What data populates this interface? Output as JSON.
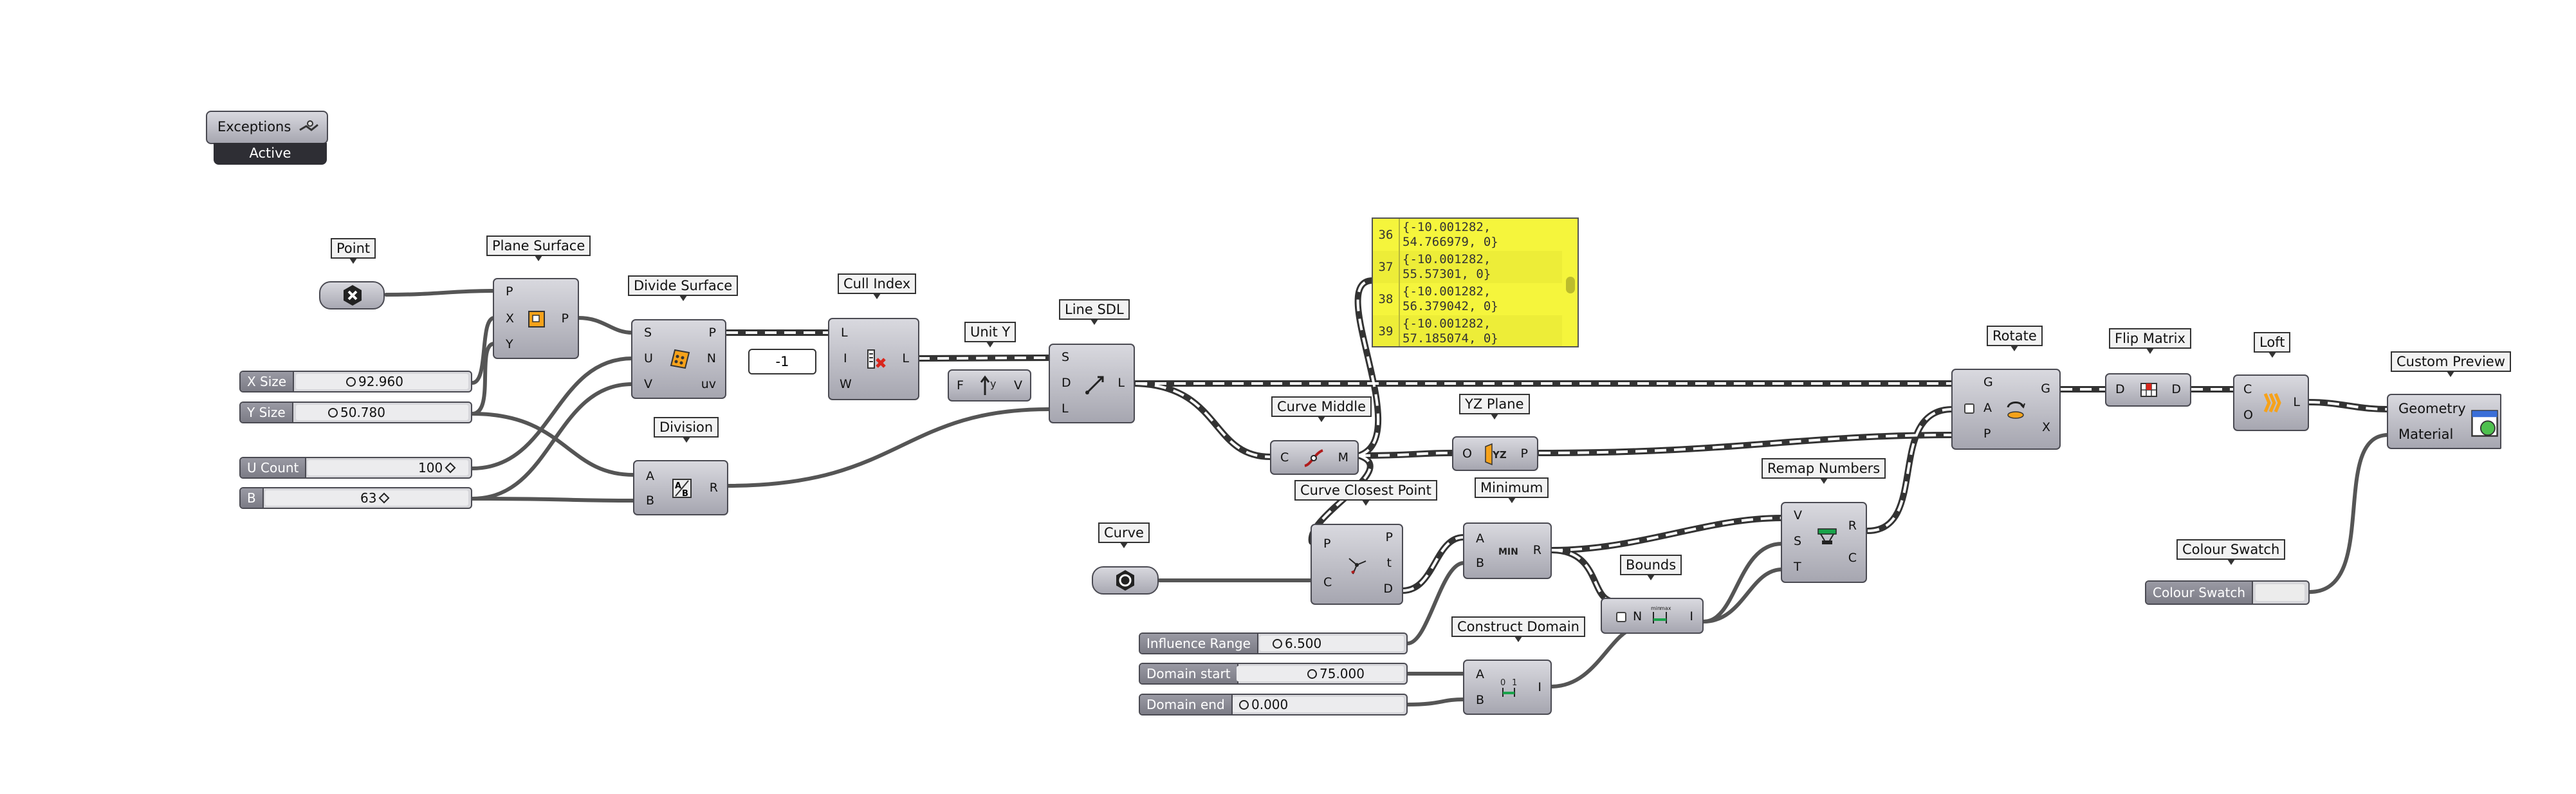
{
  "exceptions": {
    "label": "Exceptions",
    "status": "Active"
  },
  "nodes": {
    "point": {
      "label": "Point"
    },
    "plane_surface": {
      "label": "Plane Surface",
      "in": [
        "P",
        "X",
        "Y"
      ],
      "out": [
        "P"
      ]
    },
    "divide_surface": {
      "label": "Divide Surface",
      "in": [
        "S",
        "U",
        "V"
      ],
      "out": [
        "P",
        "N",
        "uv"
      ]
    },
    "cull_index": {
      "label": "Cull Index",
      "in": [
        "L",
        "I",
        "W"
      ],
      "out": [
        "L"
      ]
    },
    "unit_y": {
      "label": "Unit Y",
      "in": [
        "F"
      ],
      "out": [
        "V"
      ]
    },
    "line_sdl": {
      "label": "Line SDL",
      "in": [
        "S",
        "D",
        "L"
      ],
      "out": [
        "L"
      ]
    },
    "division": {
      "label": "Division",
      "in": [
        "A",
        "B"
      ],
      "out": [
        "R"
      ]
    },
    "curve_middle": {
      "label": "Curve Middle",
      "in": [
        "C"
      ],
      "out": [
        "M"
      ]
    },
    "yz_plane": {
      "label": "YZ Plane",
      "in": [
        "O"
      ],
      "out": [
        "P"
      ]
    },
    "curve_closest_point": {
      "label": "Curve Closest Point",
      "in": [
        "P",
        "C"
      ],
      "out": [
        "P",
        "t",
        "D"
      ]
    },
    "minimum": {
      "label": "Minimum",
      "in": [
        "A",
        "B"
      ],
      "out": [
        "R"
      ]
    },
    "bounds": {
      "label": "Bounds",
      "in": [
        "N"
      ],
      "out": [
        "I"
      ]
    },
    "remap_numbers": {
      "label": "Remap Numbers",
      "in": [
        "V",
        "S",
        "T"
      ],
      "out": [
        "R",
        "C"
      ]
    },
    "construct_domain": {
      "label": "Construct Domain",
      "in": [
        "A",
        "B"
      ],
      "out": [
        "I"
      ]
    },
    "rotate": {
      "label": "Rotate",
      "in": [
        "G",
        "A",
        "P"
      ],
      "out": [
        "G",
        "X"
      ]
    },
    "flip_matrix": {
      "label": "Flip Matrix",
      "in": [
        "D"
      ],
      "out": [
        "D"
      ]
    },
    "loft": {
      "label": "Loft",
      "in": [
        "C",
        "O"
      ],
      "out": [
        "L"
      ]
    },
    "custom_preview": {
      "label": "Custom Preview",
      "in": [
        "Geometry",
        "Material"
      ]
    },
    "curve": {
      "label": "Curve"
    },
    "colour_swatch": {
      "label": "Colour Swatch",
      "name": "Colour Swatch"
    }
  },
  "sliders": {
    "x_size": {
      "name": "X Size",
      "value": "92.960"
    },
    "y_size": {
      "name": "Y Size",
      "value": "50.780"
    },
    "u_count": {
      "name": "U Count",
      "value": "100"
    },
    "b": {
      "name": "B",
      "value": "63"
    },
    "influence_range": {
      "name": "Influence Range",
      "value": "6.500"
    },
    "domain_start": {
      "name": "Domain start",
      "value": "75.000"
    },
    "domain_end": {
      "name": "Domain end",
      "value": "0.000"
    }
  },
  "number_param": {
    "value": "-1"
  },
  "panel": {
    "rows": [
      {
        "index": "36",
        "line1": "{-10.001282,",
        "line2": "54.766979, 0}"
      },
      {
        "index": "37",
        "line1": "{-10.001282,",
        "line2": "55.57301, 0}"
      },
      {
        "index": "38",
        "line1": "{-10.001282,",
        "line2": "56.379042, 0}"
      },
      {
        "index": "39",
        "line1": "{-10.001282,",
        "line2": "57.185074, 0}"
      }
    ]
  },
  "colors": {
    "wire": "#555555",
    "panel": "#f5f53c",
    "canvas": "#ffffff"
  }
}
